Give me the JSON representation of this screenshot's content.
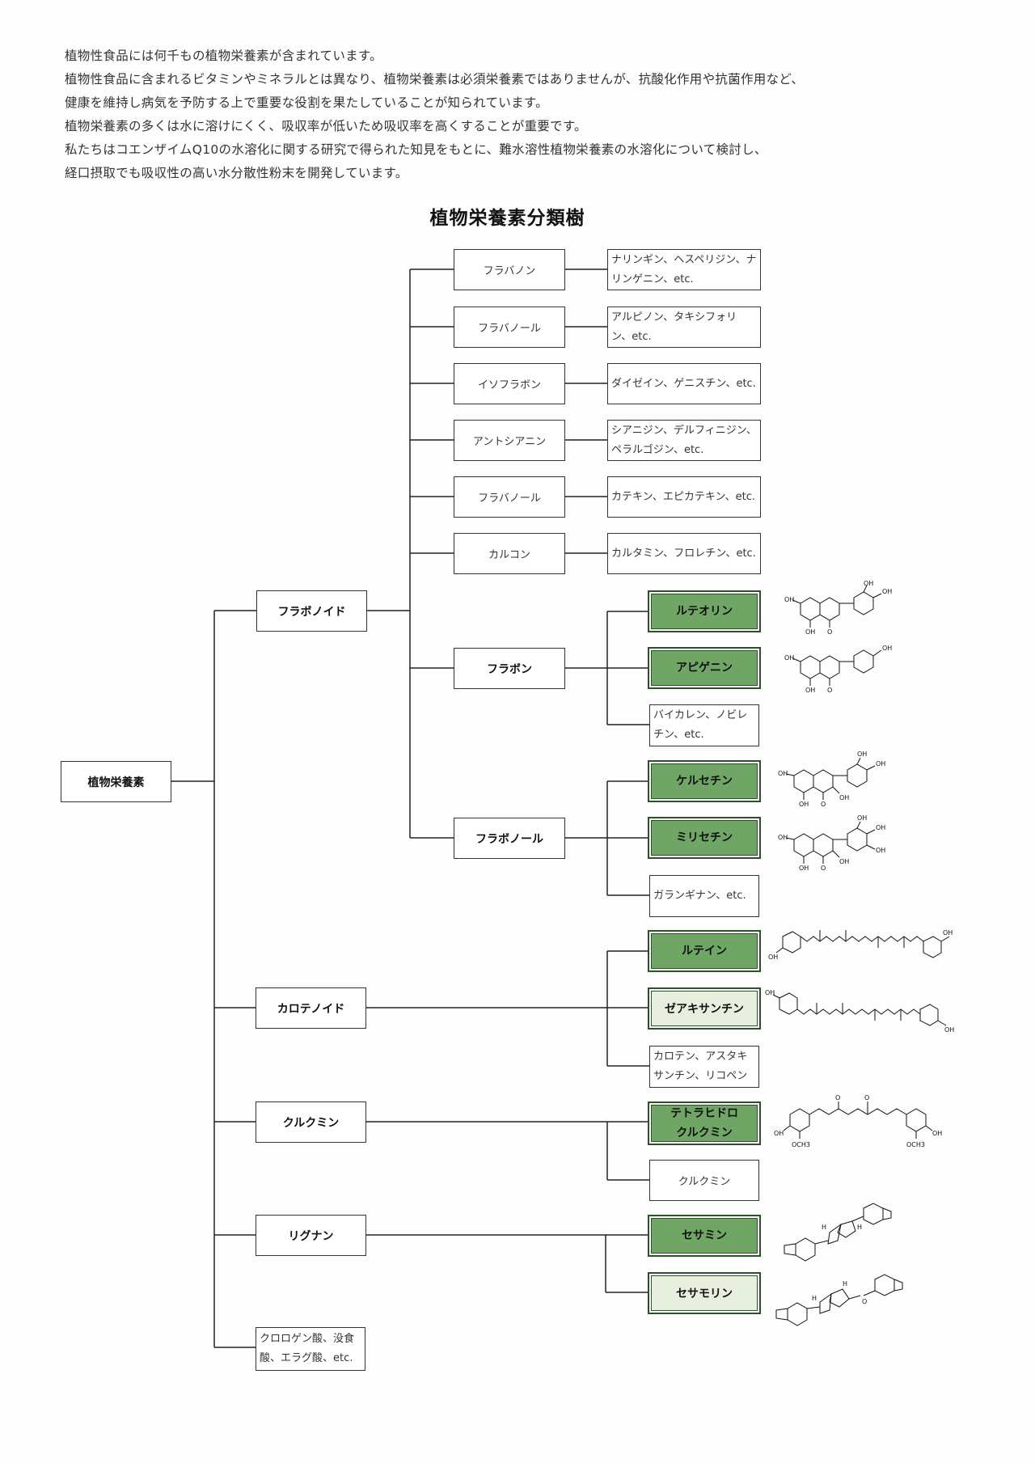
{
  "intro": {
    "lines": [
      "植物性食品には何千もの植物栄養素が含まれています。",
      "植物性食品に含まれるビタミンやミネラルとは異なり、植物栄養素は必須栄養素ではありませんが、抗酸化作用や抗菌作用など、",
      "健康を維持し病気を予防する上で重要な役割を果たしていることが知られています。",
      "植物栄養素の多くは水に溶けにくく、吸収率が低いため吸収率を高くすることが重要です。",
      "私たちはコエンザイムQ10の水溶化に関する研究で得られた知見をもとに、難水溶性植物栄養素の水溶化について検討し、",
      "経口摂取でも吸収性の高い水分散性粉末を開発しています。"
    ]
  },
  "tree": {
    "title": "植物栄養素分類樹",
    "root": "植物栄養素",
    "flavonoid": {
      "label": "フラボノイド",
      "subclasses": [
        {
          "label": "フラバノン",
          "detail": "ナリンギン、ヘスペリジン、ナリンゲニン、etc."
        },
        {
          "label": "フラバノール",
          "detail": "アルピノン、タキシフォリン、etc."
        },
        {
          "label": "イソフラボン",
          "detail": "ダイゼイン、ゲニスチン、etc."
        },
        {
          "label": "アントシアニン",
          "detail": "シアニジン、デルフィニジン、ペラルゴジン、etc."
        },
        {
          "label": "フラバノール",
          "detail": "カテキン、エピカテキン、etc."
        },
        {
          "label": "カルコン",
          "detail": "カルタミン、フロレチン、etc."
        }
      ],
      "flavone": {
        "label": "フラボン",
        "highlights": [
          "ルテオリン",
          "アピゲニン"
        ],
        "others": "バイカレン、ノビレチン、etc."
      },
      "flavonol": {
        "label": "フラボノール",
        "highlights": [
          "ケルセチン",
          "ミリセチン"
        ],
        "others": "ガランギナン、etc."
      }
    },
    "carotenoid": {
      "label": "カロテノイド",
      "highlight": "ルテイン",
      "light": "ゼアキサンチン",
      "others": "カロテン、アスタキサンチン、リコペン"
    },
    "curcumin": {
      "label": "クルクミン",
      "highlight": "テトラヒドロクルクミン",
      "others": "クルクミン"
    },
    "lignan": {
      "label": "リグナン",
      "highlight": "セサミン",
      "light": "セサモリン"
    },
    "misc": "クロロゲン酸、没食酸、エラグ酸、etc.",
    "structure_labels": {
      "hydroxyl": "OH",
      "ketone_o": "O",
      "methoxy": "OCH3",
      "hydrogen": "H"
    }
  },
  "colors": {
    "highlight_green": "#6fa565",
    "light_green": "#e7efdf",
    "border_dark": "#2f4f2b"
  }
}
